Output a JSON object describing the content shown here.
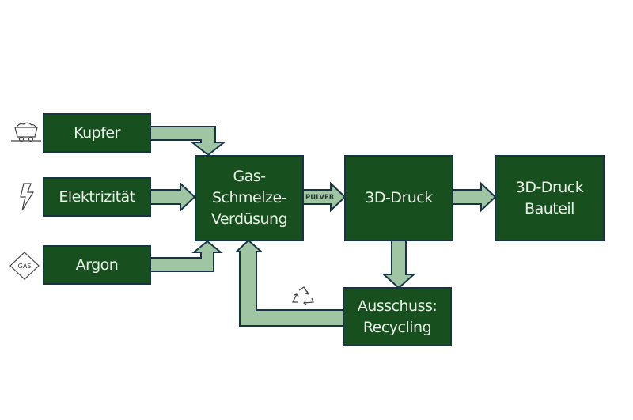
{
  "diagram": {
    "inputs": [
      {
        "label": "Kupfer",
        "icon": "mine-cart-icon"
      },
      {
        "label": "Elektrizität",
        "icon": "lightning-icon"
      },
      {
        "label": "Argon",
        "icon": "gas-diamond-icon",
        "icon_text": "GAS"
      }
    ],
    "process": {
      "label_lines": [
        "Gas-",
        "Schmelze-",
        "Verdüsung"
      ]
    },
    "arrow_label": "PULVER",
    "printing": {
      "label": "3D-Druck"
    },
    "output": {
      "label_lines": [
        "3D-Druck",
        "Bauteil"
      ]
    },
    "recycling": {
      "label_lines": [
        "Ausschuss:",
        "Recycling"
      ],
      "icon": "recycle-icon"
    },
    "colors": {
      "box_fill": "#174f1f",
      "arrow_fill": "#9fc5a3",
      "outline": "#173444",
      "text": "#e8efe6"
    }
  }
}
